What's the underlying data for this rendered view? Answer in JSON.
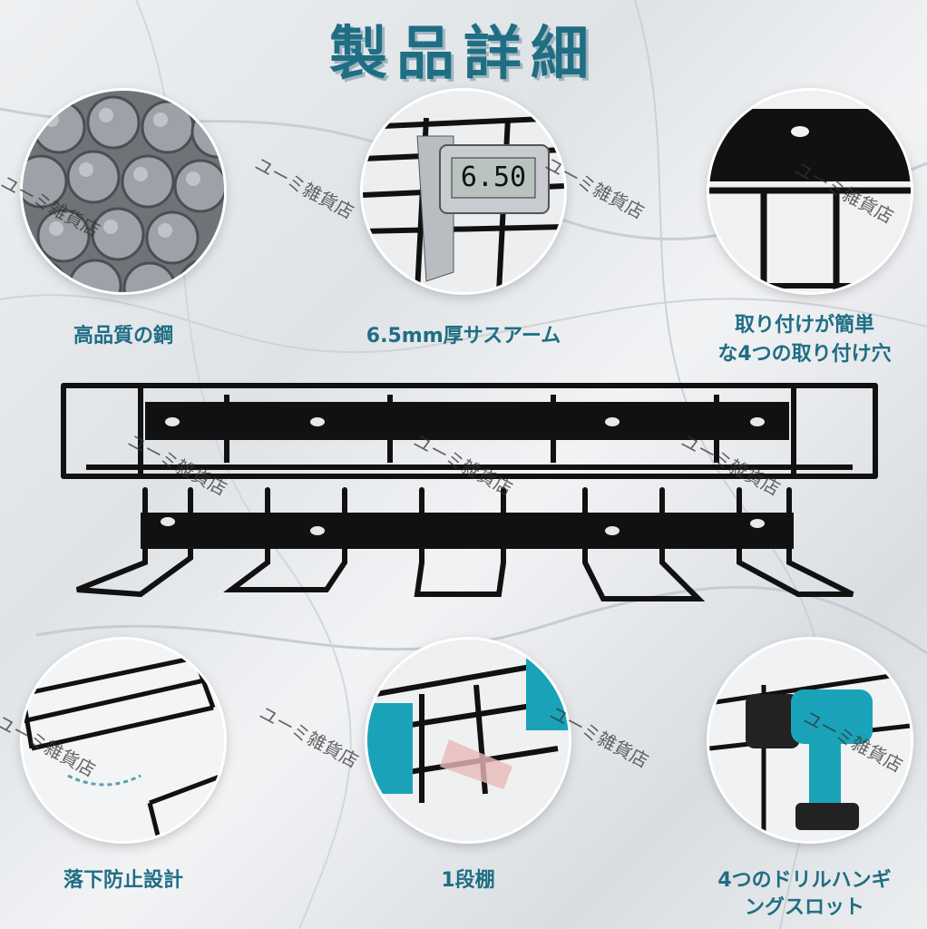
{
  "title": "製品詳細",
  "features": [
    {
      "label": "高品質の鋼"
    },
    {
      "label": "6.5mm厚サスアーム"
    },
    {
      "label_line1": "取り付けが簡単",
      "label_line2": "な4つの取り付け穴"
    },
    {
      "label": "落下防止設計"
    },
    {
      "label": "1段棚"
    },
    {
      "label_line1": "4つのドリルハンギ",
      "label_line2": "ングスロット"
    }
  ],
  "caliper_reading": "6.50",
  "watermark": "ユーミ雑貨店",
  "colors": {
    "accent": "#1f6e84",
    "metal": "#111111",
    "tool": "#1aa3b8"
  }
}
